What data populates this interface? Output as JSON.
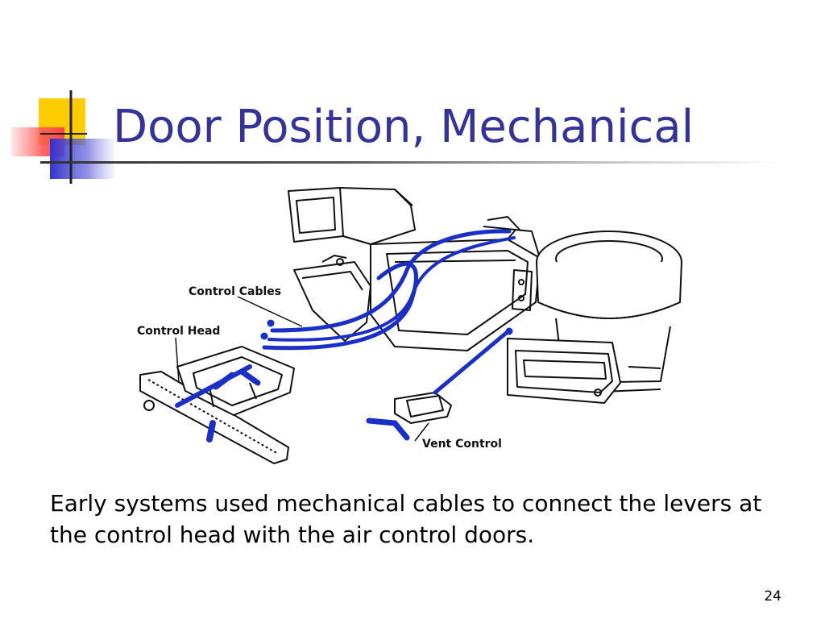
{
  "slide": {
    "title": "Door Position, Mechanical",
    "body": "Early systems used mechanical cables to connect the levers at the control head with the air control doors.",
    "slide_number": "24"
  },
  "figure": {
    "labels": {
      "control_cables": "Control Cables",
      "control_head": "Control Head",
      "vent_control": "Vent Control"
    }
  },
  "theme": {
    "title_color": "#333399",
    "accent_yellow": "#FFCC00",
    "accent_red": "#FF6666",
    "accent_blue": "#3333CC",
    "cable_color": "#1A2FC8"
  }
}
